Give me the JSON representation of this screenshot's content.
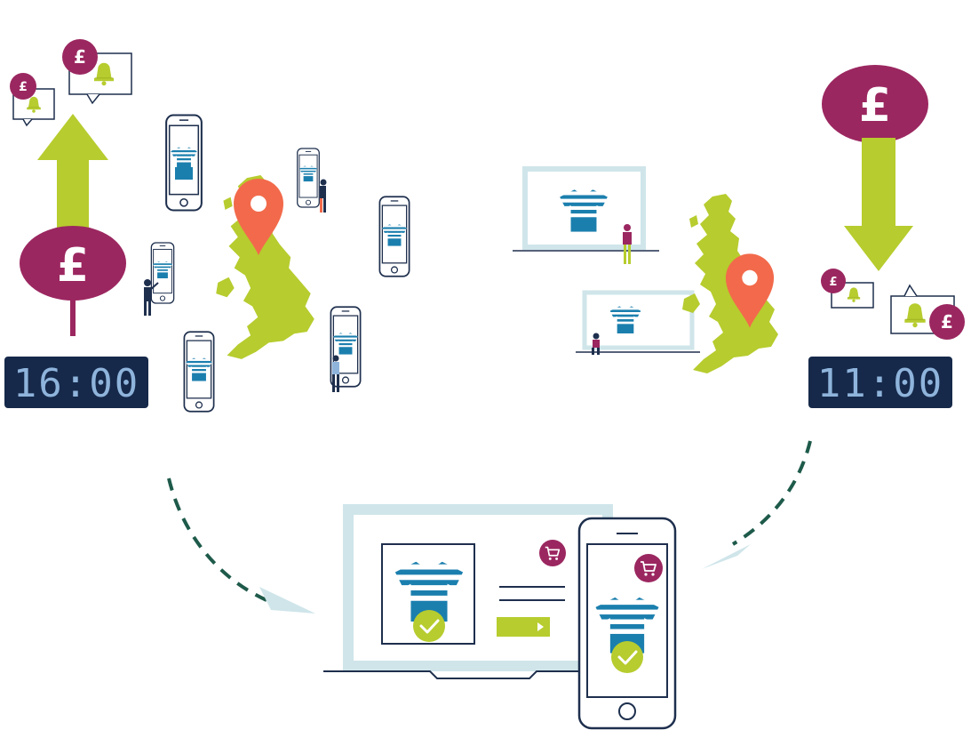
{
  "currency_symbol": "£",
  "colors": {
    "magenta": "#9B2760",
    "lime": "#B7CC2E",
    "teal": "#1B7FAE",
    "navy": "#1E2F4D",
    "coral": "#F26A4B",
    "light_blue": "#CFE5EA",
    "dashed_green": "#1E5A4A",
    "clock_bg": "#16294A",
    "clock_digit": "#8FB4DC"
  },
  "left_scene": {
    "clock": "16:00",
    "price_direction": "up"
  },
  "right_scene": {
    "clock": "11:00",
    "price_direction": "down"
  },
  "icons": {
    "bell": "bell-icon",
    "cart": "cart-icon",
    "check": "check-icon",
    "location": "location-pin-icon",
    "play": "play-icon"
  }
}
